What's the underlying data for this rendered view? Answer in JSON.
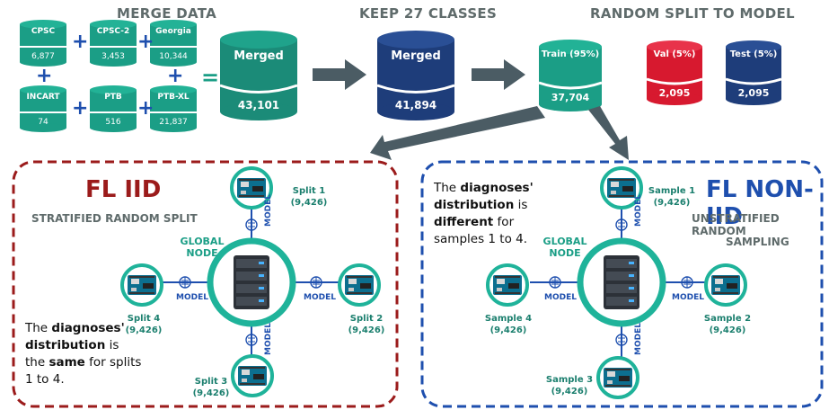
{
  "headers": {
    "merge": "MERGE DATA",
    "keep": "KEEP 27 CLASSES",
    "random_split": "RANDOM SPLIT TO MODEL"
  },
  "sources": [
    {
      "name": "CPSC",
      "count": "6,877"
    },
    {
      "name": "CPSC-2",
      "count": "3,453"
    },
    {
      "name": "Georgia",
      "count": "10,344"
    },
    {
      "name": "INCART",
      "count": "74"
    },
    {
      "name": "PTB",
      "count": "516"
    },
    {
      "name": "PTB-XL",
      "count": "21,837"
    }
  ],
  "merged": {
    "label": "Merged",
    "count": "43,101"
  },
  "kept": {
    "label": "Merged",
    "count": "41,894"
  },
  "train": {
    "label": "Train (95%)",
    "count": "37,704"
  },
  "val": {
    "label": "Val (5%)",
    "count": "2,095"
  },
  "test": {
    "label": "Test (5%)",
    "count": "2,095"
  },
  "iid": {
    "title": "FL IID",
    "subtitle": "STRATIFIED RANDOM SPLIT",
    "global_node": "GLOBAL\nNODE",
    "model": "MODEL",
    "nodes": [
      {
        "label": "Split 1",
        "count": "(9,426)"
      },
      {
        "label": "Split 2",
        "count": "(9,426)"
      },
      {
        "label": "Split 3",
        "count": "(9,426)"
      },
      {
        "label": "Split 4",
        "count": "(9,426)"
      }
    ],
    "note": {
      "p1": "The ",
      "b1": "diagnoses'",
      "p2": " ",
      "b2": "distribution",
      "p3": " is the ",
      "b3": "same",
      "p4": " for splits 1 to 4."
    }
  },
  "noniid": {
    "title": "FL NON-IID",
    "subtitle1": "UNSTRATIFIED RANDOM",
    "subtitle2": "SAMPLING",
    "global_node": "GLOBAL\nNODE",
    "model": "MODEL",
    "nodes": [
      {
        "label": "Sample 1",
        "count": "(9,426)"
      },
      {
        "label": "Sample 2",
        "count": "(9,426)"
      },
      {
        "label": "Sample 3",
        "count": "(9,426)"
      },
      {
        "label": "Sample 4",
        "count": "(9,426)"
      }
    ],
    "note": {
      "p1": "The ",
      "b1": "diagnoses'",
      "p2": " ",
      "b2": "distribution",
      "p3": " is ",
      "b3": "different",
      "p4": " for samples 1 to 4."
    }
  },
  "colors": {
    "teal": "#1b9e86",
    "navy": "#1e3d7a",
    "red": "#d7192f",
    "darkred": "#9b1b1b",
    "blue": "#1e4fae",
    "gray": "#5f6b6b"
  }
}
